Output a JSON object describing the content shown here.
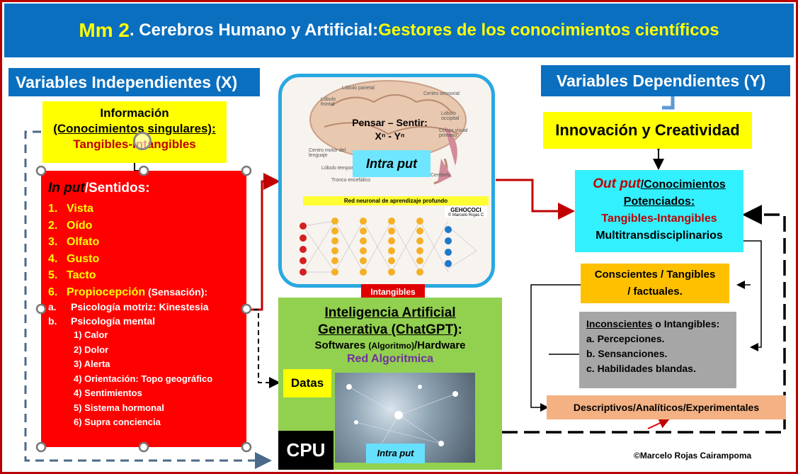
{
  "banner": {
    "mm": "Mm 2",
    "part1": ". Cerebros Humano y Artificial: ",
    "part2": "Gestores de los conocimientos científicos"
  },
  "labels": {
    "independent": "Variables Independientes (X)",
    "dependent": "Variables Dependientes (Y)"
  },
  "info": {
    "line1": "Información",
    "line2": "(Conocimientos singulares):",
    "line3": "Tangibles-Intangibles"
  },
  "input": {
    "title_ip": "In put",
    "title_rest": "/Sentidos:",
    "senses": [
      {
        "n": "1.",
        "label": "Vista"
      },
      {
        "n": "2.",
        "label": "Oído"
      },
      {
        "n": "3.",
        "label": "Olfato"
      },
      {
        "n": "4.",
        "label": "Gusto"
      },
      {
        "n": "5.",
        "label": "Tacto"
      },
      {
        "n": "6.",
        "label": "Propiocepción"
      }
    ],
    "senses_suffix": " (Sensación):",
    "sub": [
      {
        "n": "a.",
        "label": "Psicología motriz: Kinestesia"
      },
      {
        "n": "b.",
        "label": "Psicología mental"
      }
    ],
    "subsub": [
      "1) Calor",
      "2)  Dolor",
      "3) Alerta",
      "4) Orientación: Topo geográfico",
      "4) Sentimientos",
      "5) Sistema hormonal",
      "6) Supra conciencia"
    ]
  },
  "brain": {
    "pensar": "Pensar – Sentir:",
    "formula": "Xⁿ - Yⁿ",
    "intra": "Intra put",
    "red_neuronal": "Red neuronal de aprendizaje profundo",
    "gehococi": "GEHOCOCI",
    "gehococi_sub": "© Marcelo Rojas C",
    "lobes": [
      "Lóbulo parietal",
      "Centro sensorial",
      "Lóbulo frontal",
      "Lóbulo occipital",
      "Córtex visual primario",
      "Centro motor del lenguaje",
      "Lóbulo temporal",
      "Tronco encefálico",
      "Cerebelo"
    ]
  },
  "intangibles_tag": "Intangibles",
  "ia": {
    "t1a": "Inteligencia Artificial",
    "t1b": "Generativa (ChatGPT)",
    "t1c": ":",
    "t2a": "Softwares ",
    "t2b": "(Algoritmo)",
    "t2c": "/Hardware",
    "t3": "Red Algoritmica",
    "datas": "Datas",
    "cpu": "CPU",
    "intra": "Intra put"
  },
  "innovation": "Innovación y Creatividad",
  "output": {
    "op": "Out put",
    "rest": "/Conocimientos",
    "line2": "Potenciados:",
    "line3": "Tangibles-Intangibles",
    "line4": "Multitransdisciplinarios"
  },
  "conscious": {
    "line1": "Conscientes / Tangibles",
    "line2": "/ factuales."
  },
  "unconscious": {
    "t_a": "Inconscientes",
    "t_b": " o Intangibles:",
    "items": [
      "a. Percepciones.",
      "b. Sensanciones.",
      "c. Habilidades blandas."
    ]
  },
  "descriptivos": "Descriptivos/Analíticos/Experimentales",
  "copyright": "©Marcelo Rojas Cairampoma",
  "colors": {
    "banner": "#0b6fbf",
    "accent_yellow": "#ffff00",
    "red_box": "#ff0000",
    "green_box": "#92d050",
    "cyan_box": "#33f0ff",
    "orange_box": "#ffc000",
    "gray_box": "#a6a6a6",
    "peach_box": "#f4b183"
  }
}
